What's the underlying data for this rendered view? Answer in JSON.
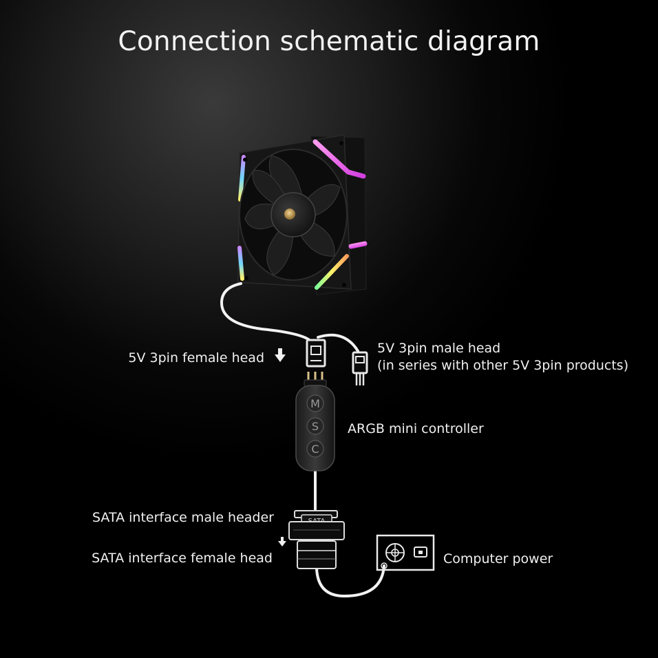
{
  "title": "Connection schematic diagram",
  "labels": {
    "female_3pin": "5V 3pin female head",
    "male_3pin": "5V 3pin male head",
    "male_3pin_note": "(in series with other 5V 3pin products)",
    "argb_controller": "ARGB mini controller",
    "sata_male": "SATA interface male header",
    "sata_female": "SATA interface female head",
    "computer_power": "Computer power"
  },
  "controller_buttons": [
    "M",
    "S",
    "C"
  ],
  "sata_plate_text": "SATA",
  "colors": {
    "background": "#000000",
    "cable": "#f5f5f5",
    "rgb_pink": "#ff4fd8",
    "rgb_violet": "#b56bff",
    "rgb_cyan": "#4fd8ff",
    "rgb_yellow": "#ffe94f"
  }
}
